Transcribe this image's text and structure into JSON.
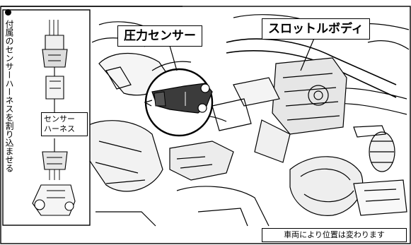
{
  "labels": {
    "pressure_sensor": "圧力センサー",
    "throttle_body": "スロットルボディ",
    "side_note": "付属のセンサーハーネスを割り込ませる",
    "harness_line1": "センサー",
    "harness_line2": "ハーネス",
    "vehicle_note": "車両により位置は変わります"
  },
  "icons": {
    "bullet": "filled-circle",
    "connector": "electrical-connector"
  },
  "colors": {
    "line": "#000000",
    "sensor_fill": "#3b3b3b",
    "background": "#ffffff",
    "engine_shade": "#e6e6e6"
  }
}
